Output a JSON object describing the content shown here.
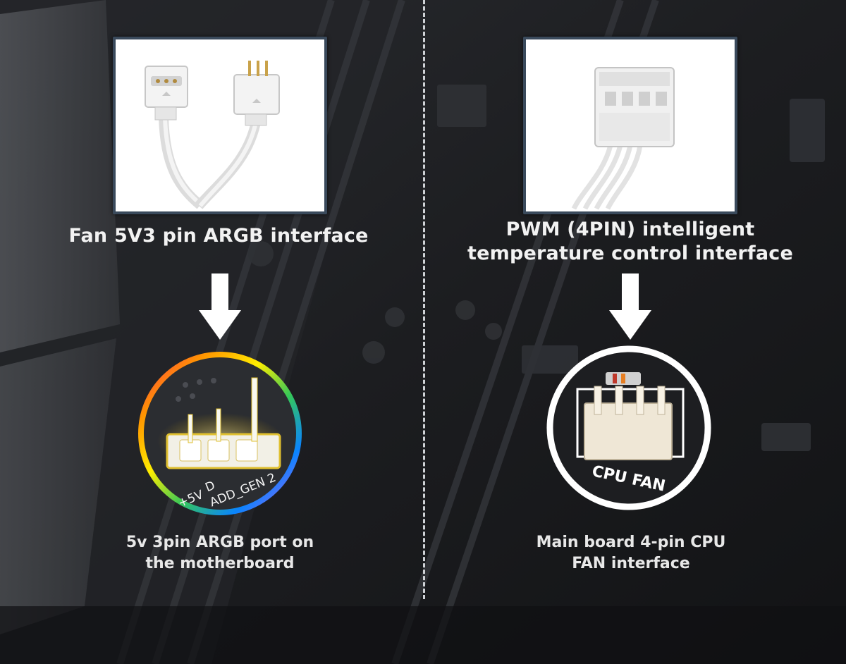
{
  "left_panel": {
    "connector_caption": "Fan 5V3 pin ARGB interface",
    "port_caption_line1": "5v 3pin ARGB port on",
    "port_caption_line2": "the motherboard",
    "port_labels": {
      "pin_5v": "+5V",
      "pin_d": "D",
      "header_name": "ADD_GEN 2"
    }
  },
  "right_panel": {
    "connector_caption_line1": "PWM (4PIN) intelligent",
    "connector_caption_line2": "temperature control interface",
    "port_caption_line1": "Main board 4-pin CPU",
    "port_caption_line2": "FAN interface",
    "port_labels": {
      "header_name": "CPU FAN"
    }
  },
  "colors": {
    "background": "#16171a",
    "frame_border": "#3a4a5c",
    "divider": "#cfd2d6",
    "text": "#f2f2f2"
  }
}
